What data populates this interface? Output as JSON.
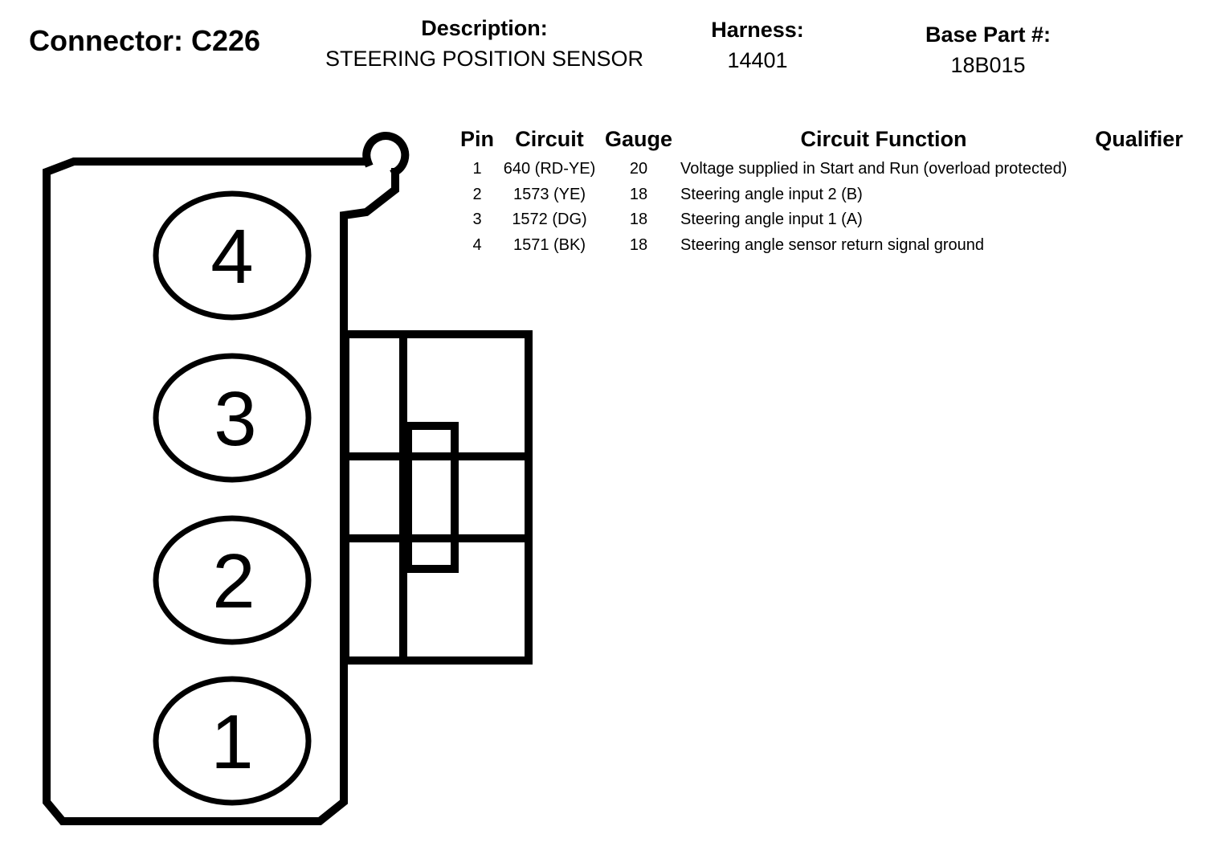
{
  "connector": {
    "title": "Connector: C226"
  },
  "description": {
    "label": "Description:",
    "value": "STEERING POSITION SENSOR"
  },
  "harness": {
    "label": "Harness:",
    "value": "14401"
  },
  "base_part": {
    "label": "Base Part #:",
    "value": "18B015"
  },
  "table": {
    "headers": {
      "pin": "Pin",
      "circuit": "Circuit",
      "gauge": "Gauge",
      "function": "Circuit Function",
      "qualifier": "Qualifier"
    },
    "rows": [
      {
        "pin": "1",
        "circuit": "640 (RD-YE)",
        "gauge": "20",
        "function": "Voltage supplied in Start and Run (overload protected)",
        "qualifier": ""
      },
      {
        "pin": "2",
        "circuit": "1573 (YE)",
        "gauge": "18",
        "function": "Steering angle input 2 (B)",
        "qualifier": ""
      },
      {
        "pin": "3",
        "circuit": "1572 (DG)",
        "gauge": "18",
        "function": "Steering angle input 1 (A)",
        "qualifier": ""
      },
      {
        "pin": "4",
        "circuit": "1571 (BK)",
        "gauge": "18",
        "function": "Steering angle sensor return signal ground",
        "qualifier": ""
      }
    ]
  },
  "diagram": {
    "pins": [
      {
        "label": "4"
      },
      {
        "label": "3"
      },
      {
        "label": "2"
      },
      {
        "label": "1"
      }
    ]
  }
}
